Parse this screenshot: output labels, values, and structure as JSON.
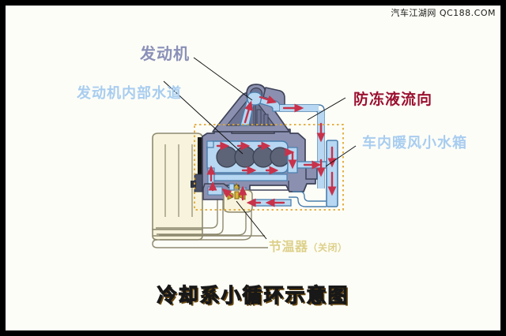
{
  "watermark": "汽车江湖网 QC188.COM",
  "title": "冷却系小循环示意图",
  "labels": {
    "engine": "发动机",
    "water_jacket": "发动机内部水道",
    "coolant_flow": "防冻液流向",
    "heater_core": "车内暖风小水箱",
    "thermostat_main": "节温器",
    "thermostat_state": "（关闭）"
  },
  "colors": {
    "border": "#000000",
    "background": "#fdfdf7",
    "engine_label": "#8a90b8",
    "water_label": "#a8cdf0",
    "flow_label": "#9b1030",
    "heater_label": "#a8cdf0",
    "thermostat_label": "#ddd08a",
    "title_fill": "#f0a018",
    "title_outline": "#181818",
    "engine_body": "#8b90b0",
    "engine_body_dark": "#6d7393",
    "cylinder": "#5d6478",
    "coolant_blue": "#b7d7f2",
    "coolant_blue_dark": "#8fc0e8",
    "arrow_red": "#c8324a",
    "radiator_cream": "#f7f3dc",
    "radiator_outline": "#8e8a70",
    "dotted_box": "#e0a832",
    "leader_line": "#111111"
  },
  "diagram": {
    "type": "schematic",
    "subject": "engine cooling system small circulation loop (thermostat closed)",
    "parts": [
      {
        "name": "engine-block",
        "label": "发动机"
      },
      {
        "name": "engine-water-jacket",
        "label": "发动机内部水道"
      },
      {
        "name": "coolant-flow-arrows",
        "label": "防冻液流向"
      },
      {
        "name": "heater-core",
        "label": "车内暖风小水箱"
      },
      {
        "name": "thermostat",
        "label": "节温器（关闭）"
      },
      {
        "name": "radiator",
        "label": ""
      },
      {
        "name": "small-circulation-boundary",
        "label": ""
      }
    ]
  }
}
